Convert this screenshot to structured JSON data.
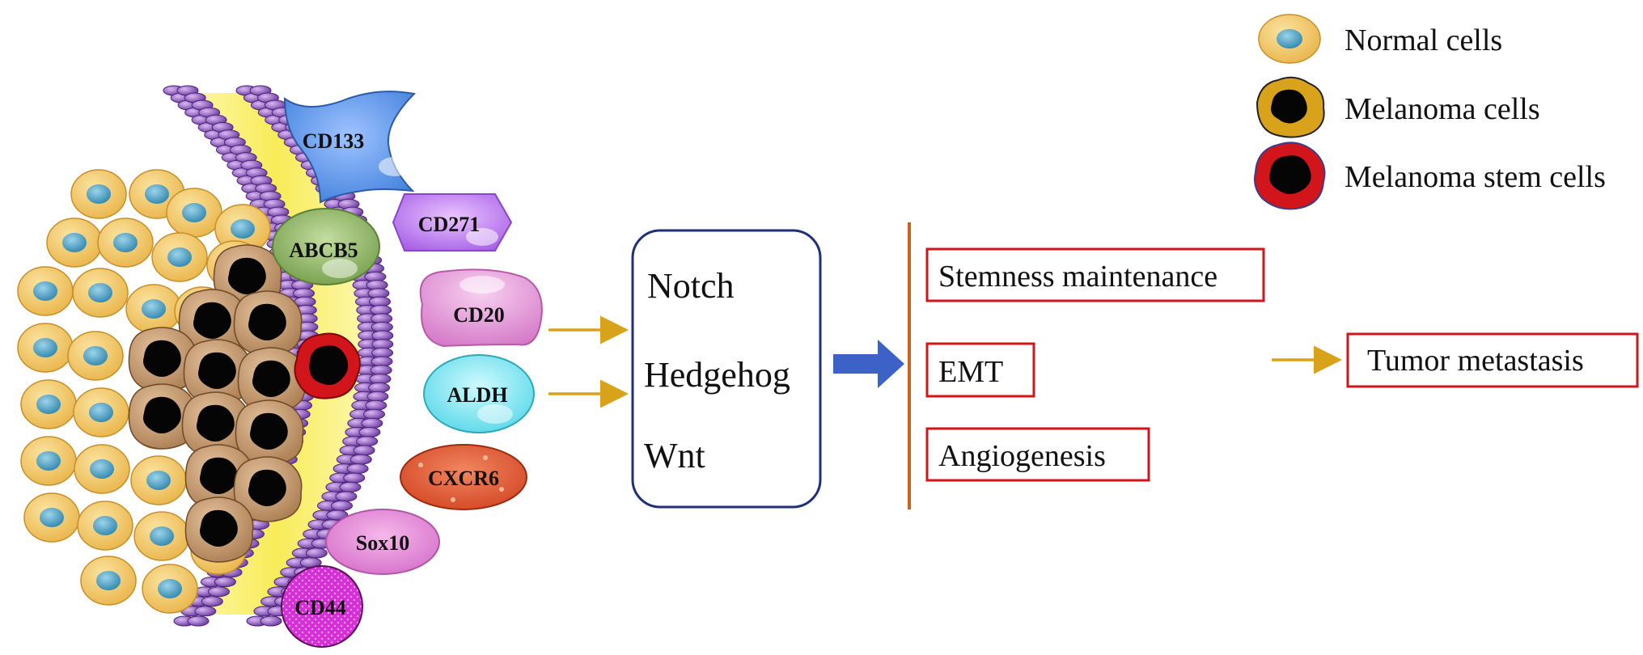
{
  "legend": {
    "normal_cells": "Normal cells",
    "melanoma_cells": "Melanoma cells",
    "melanoma_stem_cells": "Melanoma stem cells"
  },
  "markers": {
    "cd133": "CD133",
    "cd271": "CD271",
    "abcb5": "ABCB5",
    "cd20": "CD20",
    "aldh": "ALDH",
    "cxcr6": "CXCR6",
    "sox10": "Sox10",
    "cd44": "CD44"
  },
  "pathways": [
    "Notch",
    "Hedgehog",
    "Wnt"
  ],
  "outcomes": [
    "Stemness maintenance",
    "EMT",
    "Angiogenesis"
  ],
  "result": "Tumor metastasis",
  "colors": {
    "normal_cell_fill": "#f2c35c",
    "normal_cell_nucleus": "#4a9dc0",
    "melanoma_cell_fill": "#c59a6e",
    "stem_cell_ring": "#d2141b",
    "membrane": "#8a5cc0",
    "pathway_box_border": "#1f2f7a",
    "outcome_border": "#d2141b",
    "arrow_gold": "#d9a21b",
    "arrow_blue": "#3c62c8",
    "bracket_line": "#c8621e"
  }
}
